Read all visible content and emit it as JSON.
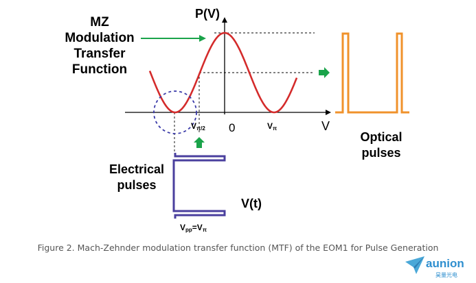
{
  "diagram": {
    "title_lines": [
      "MZ",
      "Modulation",
      "Transfer",
      "Function"
    ],
    "y_axis_label": "P(V)",
    "x_axis_label": "V",
    "tick_vpi2_main": "V",
    "tick_vpi2_sub": "π/2",
    "tick_zero": "0",
    "tick_vpi_main": "V",
    "tick_vpi_sub": "π",
    "optical_label_lines": [
      "Optical",
      "pulses"
    ],
    "electrical_label_lines": [
      "Electrical",
      "pulses"
    ],
    "vt_label": "V(t)",
    "vpp_main": "V",
    "vpp_sub": "pp",
    "vpp_eq": "=V",
    "vpp_eq_sub": "π",
    "colors": {
      "curve": "#d42b2b",
      "arrow": "#1aa34a",
      "optical": "#f0922b",
      "electrical": "#4a3f9e",
      "circle": "#3a3aa8",
      "axis": "#000000"
    }
  },
  "caption": "Figure 2. Mach-Zehnder modulation transfer function (MTF) of the EOM1 for Pulse Generation",
  "logo": {
    "name": "aunion",
    "chinese": "昊量光电",
    "icon": "paper-plane-icon"
  }
}
